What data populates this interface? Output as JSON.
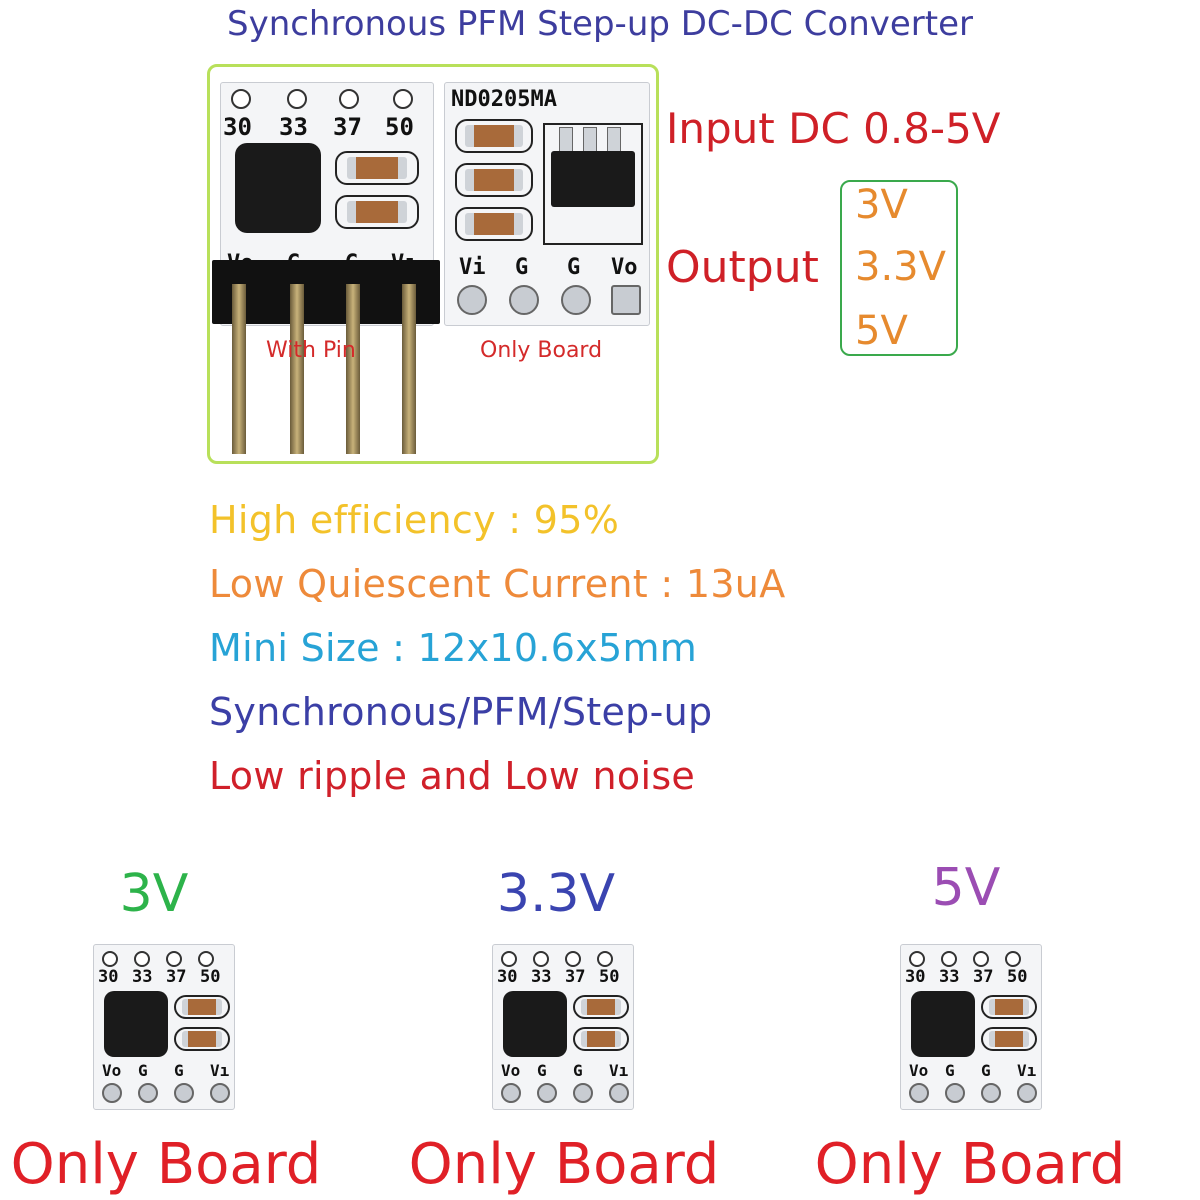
{
  "title": "Synchronous PFM Step-up DC-DC Converter",
  "photo": {
    "board_with_pin": {
      "top_labels": [
        "30",
        "33",
        "37",
        "50"
      ],
      "bottom_labels": [
        "Vo",
        "G",
        "G",
        "Vı"
      ],
      "caption": "With Pin"
    },
    "board_only": {
      "model": "ND0205MA",
      "bottom_labels": [
        "Vi",
        "G",
        "G",
        "Vo"
      ],
      "caption": "Only Board"
    }
  },
  "input": "Input DC 0.8-5V",
  "output": {
    "label": "Output",
    "values": [
      "3V",
      "3.3V",
      "5V"
    ]
  },
  "specs": [
    {
      "text": "High efficiency : 95%",
      "color": "#f3c22a"
    },
    {
      "text": "Low Quiescent Current : 13uA",
      "color": "#ee8a3a"
    },
    {
      "text": "Mini Size : 12x10.6x5mm",
      "color": "#27a3d6"
    },
    {
      "text": "Synchronous/PFM/Step-up",
      "color": "#3b3fa6"
    },
    {
      "text": "Low ripple and Low noise",
      "color": "#d0202a"
    }
  ],
  "variants": [
    {
      "voltage": "3V",
      "color": "#2db34a",
      "caption": "Only Board"
    },
    {
      "voltage": "3.3V",
      "color": "#3a44b0",
      "caption": "Only Board"
    },
    {
      "voltage": "5V",
      "color": "#9b4db3",
      "caption": "Only Board"
    }
  ],
  "mini_board": {
    "top_labels": [
      "30",
      "33",
      "37",
      "50"
    ],
    "bottom_labels": [
      "Vo",
      "G",
      "G",
      "Vı"
    ]
  }
}
